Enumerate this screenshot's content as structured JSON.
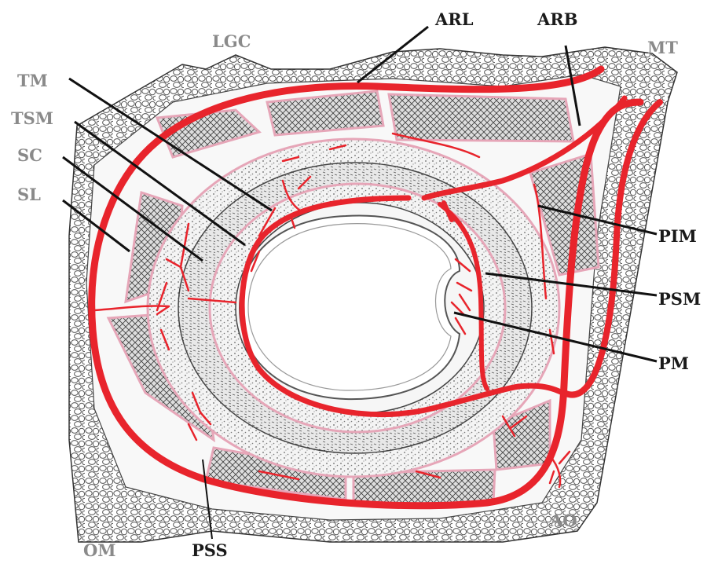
{
  "labels": {
    "arl": "ARL",
    "arb": "ARB",
    "lgc": "LGC",
    "mt": "MT",
    "tm": "TM",
    "tsm": "TSM",
    "sc": "SC",
    "sl": "SL",
    "pim": "PIM",
    "psm": "PSM",
    "pm": "PM",
    "ao": "AO",
    "om": "OM",
    "pss": "PSS"
  },
  "colors": {
    "vessel": "#e8242c",
    "membrane": "#e6a6b8",
    "cell_outline": "#555555",
    "hatch": "#444444",
    "stipple": "#666666",
    "label_grey": "#8a8a8a",
    "label_dark": "#1a1a1a"
  }
}
